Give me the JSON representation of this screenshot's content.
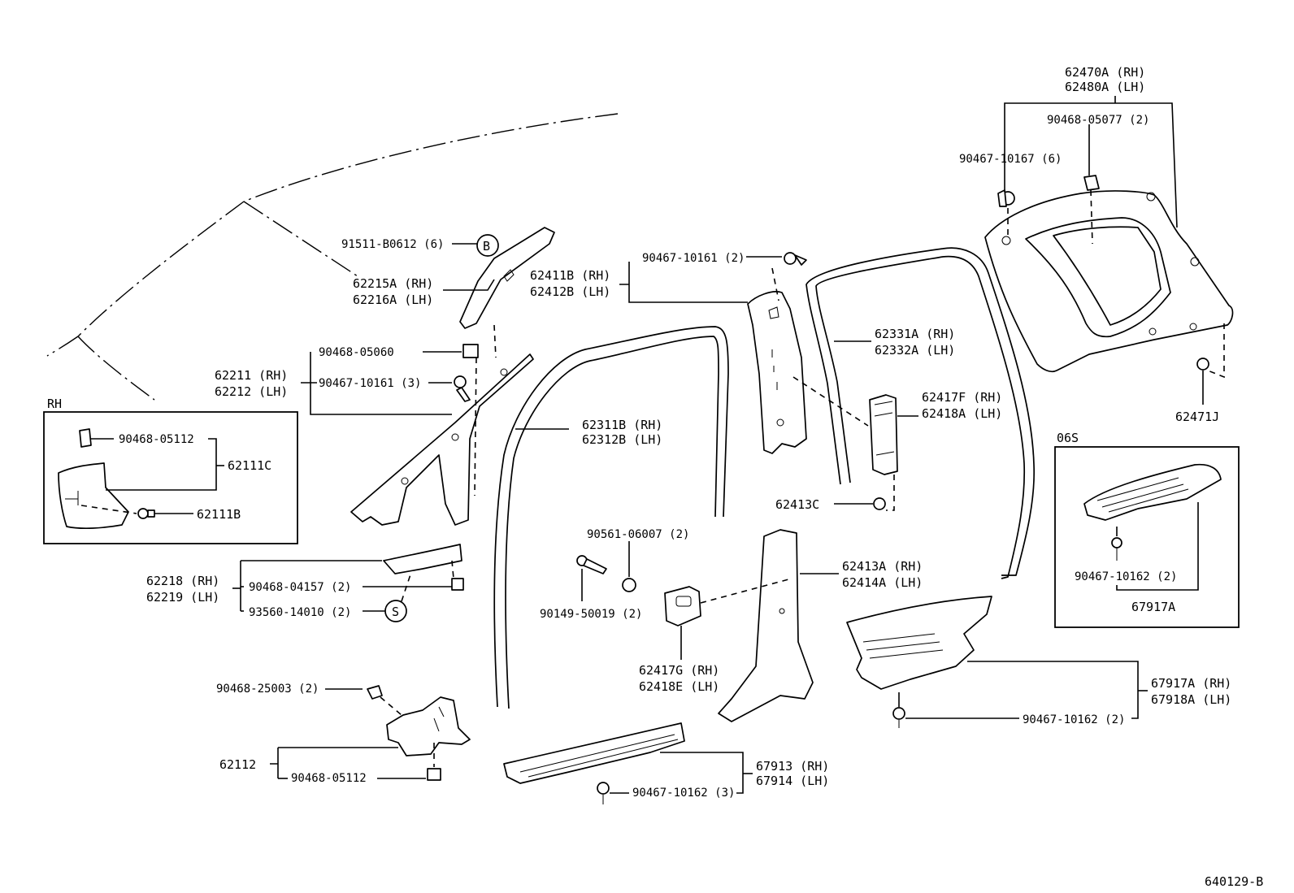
{
  "labels": {
    "p62470a": "62470A (RH)",
    "p62480a": "62480A (LH)",
    "p90468_05077": "90468-05077 (2)",
    "p90467_10167": "90467-10167 (6)",
    "p62471j": "62471J",
    "p91511": "91511-B0612 (6)",
    "circle_b": "B",
    "p62215a": "62215A (RH)",
    "p62216a": "62216A (LH)",
    "p62411b": "62411B (RH)",
    "p62412b": "62412B (LH)",
    "p90467_10161_2": "90467-10161 (2)",
    "p62331a": "62331A (RH)",
    "p62332a": "62332A (LH)",
    "p90468_05060": "90468-05060",
    "p62211": "62211 (RH)",
    "p62212": "62212 (LH)",
    "p90467_10161_3": "90467-10161 (3)",
    "p62311b": "62311B (RH)",
    "p62312b": "62312B (LH)",
    "p62417f": "62417F (RH)",
    "p62418a": "62418A (LH)",
    "p62413c": "62413C",
    "rh_tag": "RH",
    "p90468_05112_rh": "90468-05112",
    "p62111c": "62111C",
    "p62111b": "62111B",
    "p90561": "90561-06007 (2)",
    "p90149": "90149-50019 (2)",
    "p62413a": "62413A (RH)",
    "p62414a": "62414A (LH)",
    "p62218": "62218 (RH)",
    "p62219": "62219 (LH)",
    "p90468_04157": "90468-04157 (2)",
    "p93560": "93560-14010 (2)",
    "circle_s": "S",
    "p62417g": "62417G (RH)",
    "p62418e": "62418E (LH)",
    "p06s_tag": "06S",
    "p90467_10162_06s": "90467-10162 (2)",
    "p67917a_06s": "67917A",
    "p67917a": "67917A (RH)",
    "p67918a": "67918A (LH)",
    "p90467_10162_2": "90467-10162 (2)",
    "p90468_25003": "90468-25003 (2)",
    "p62112": "62112",
    "p90468_05112": "90468-05112",
    "p67913": "67913 (RH)",
    "p67914": "67914 (LH)",
    "p90467_10162_3": "90467-10162 (3)",
    "diagram_id": "640129-B"
  }
}
